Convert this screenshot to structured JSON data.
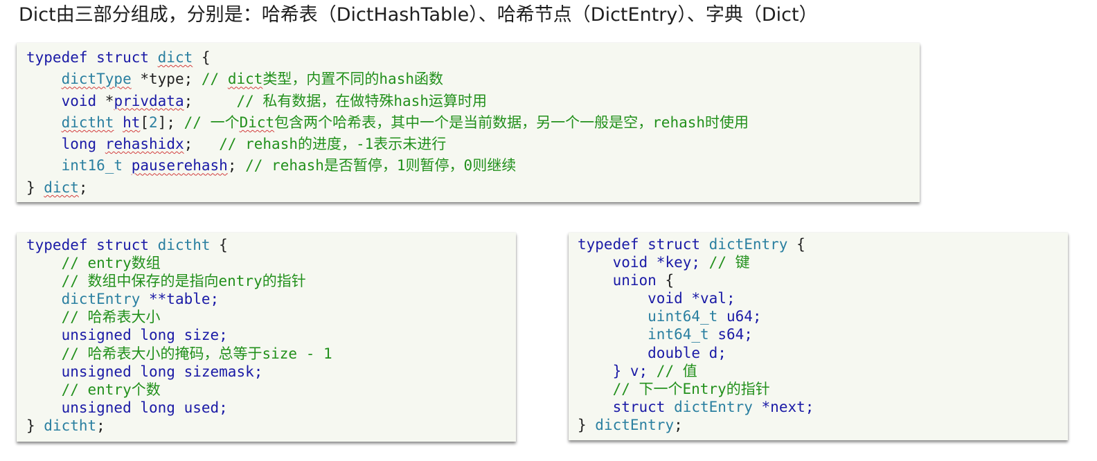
{
  "heading": "Dict由三部分组成，分别是：哈希表（DictHashTable）、哈希节点（DictEntry）、字典（Dict）",
  "code_dict": {
    "l1": {
      "kw": "typedef struct ",
      "name": "dict",
      "tail": " {"
    },
    "l2": {
      "indent": "    ",
      "type": "dictType",
      "tail": " *type; ",
      "comment_a": "// ",
      "comment_b": "dict",
      "comment_c": "类型，内置不同的hash函数"
    },
    "l3": {
      "indent": "    ",
      "kw": "void",
      "mid": " *",
      "name": "privdata",
      "tail": ";     ",
      "comment": "// 私有数据，在做特殊hash运算时用"
    },
    "l4": {
      "indent": "    ",
      "type": "dictht",
      "sp": " ",
      "name": "ht",
      "open": "[",
      "num": "2",
      "tail": "]; ",
      "comment_a": "// 一个",
      "comment_b": "Dict",
      "comment_c": "包含两个哈希表，其中一个是当前数据，另一个一般是空，rehash时使用"
    },
    "l5": {
      "indent": "    ",
      "kw": "long",
      "sp": " ",
      "name": "rehashidx",
      "tail": ";   ",
      "comment": "// rehash的进度，-1表示未进行"
    },
    "l6": {
      "indent": "    ",
      "type": "int16_t",
      "sp": " ",
      "name": "pauserehash",
      "tail": "; ",
      "comment": "// rehash是否暂停，1则暂停，0则继续"
    },
    "l7": {
      "head": "} ",
      "name": "dict",
      "tail": ";"
    }
  },
  "code_dictht": {
    "l1": {
      "kw": "typedef struct ",
      "name": "dictht",
      "tail": " {"
    },
    "l2": {
      "indent": "    ",
      "comment": "// entry数组"
    },
    "l3": {
      "indent": "    ",
      "comment": "// 数组中保存的是指向entry的指针"
    },
    "l4": {
      "indent": "    ",
      "type": "dictEntry",
      "tail": " **table;"
    },
    "l5": {
      "indent": "    ",
      "comment": "// 哈希表大小"
    },
    "l6": {
      "indent": "    ",
      "kw": "unsigned long",
      "tail": " size;"
    },
    "l7": {
      "indent": "    ",
      "comment": "// 哈希表大小的掩码，总等于size - 1"
    },
    "l8": {
      "indent": "    ",
      "kw": "unsigned long",
      "tail": " sizemask;"
    },
    "l9": {
      "indent": "    ",
      "comment": "// entry个数"
    },
    "l10": {
      "indent": "    ",
      "kw": "unsigned long",
      "tail": " used;"
    },
    "l11": {
      "head": "} ",
      "name": "dictht",
      "tail": ";"
    }
  },
  "code_entry": {
    "l1": {
      "kw": "typedef struct ",
      "name": "dictEntry",
      "tail": " {"
    },
    "l2": {
      "indent": "    ",
      "kw": "void",
      "tail": " *key; ",
      "comment": "// 键"
    },
    "l3": {
      "indent": "    ",
      "kw": "union",
      "tail": " {"
    },
    "l4": {
      "indent": "        ",
      "kw": "void",
      "tail": " *val;"
    },
    "l5": {
      "indent": "        ",
      "type": "uint64_t",
      "tail": " u64;"
    },
    "l6": {
      "indent": "        ",
      "type": "int64_t",
      "tail": " s64;"
    },
    "l7": {
      "indent": "        ",
      "kw": "double",
      "tail": " d;"
    },
    "l8": {
      "indent": "    ",
      "head": "} v; ",
      "comment": "// 值"
    },
    "l9": {
      "indent": "    ",
      "comment": "// 下一个Entry的指针"
    },
    "l10": {
      "indent": "    ",
      "kw": "struct",
      "sp": " ",
      "type": "dictEntry",
      "tail": " *next;"
    },
    "l11": {
      "head": "} ",
      "name": "dictEntry",
      "tail": ";"
    }
  }
}
